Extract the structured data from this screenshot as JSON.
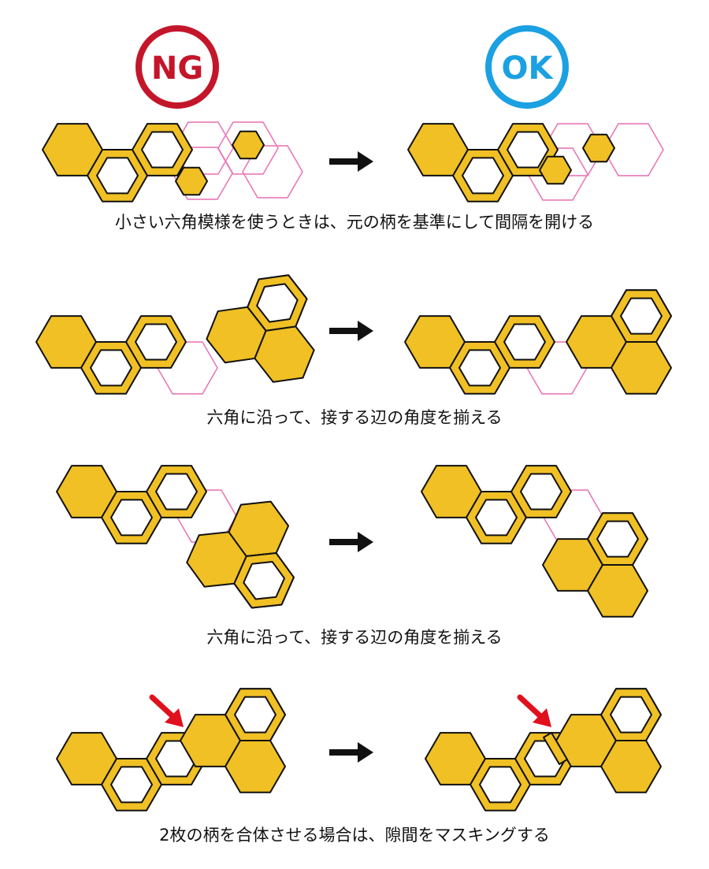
{
  "badges": {
    "ng": {
      "label": "NG",
      "color": "#c4162a"
    },
    "ok": {
      "label": "OK",
      "color": "#1ba0e2"
    }
  },
  "colors": {
    "fill": "#f0c024",
    "stroke": "#111111",
    "guide": "#e97ab8",
    "pointer": "#e0101d"
  },
  "icons": {
    "arrow": "right-arrow-icon",
    "pointer": "red-pointer-arrow-icon"
  },
  "rows": [
    {
      "caption": "小さい六角模様を使うときは、元の柄を基準にして間隔を開ける"
    },
    {
      "caption": "六角に沿って、接する辺の角度を揃える"
    },
    {
      "caption": "六角に沿って、接する辺の角度を揃える"
    },
    {
      "caption": "2枚の柄を合体させる場合は、隙間をマスキングする"
    }
  ]
}
